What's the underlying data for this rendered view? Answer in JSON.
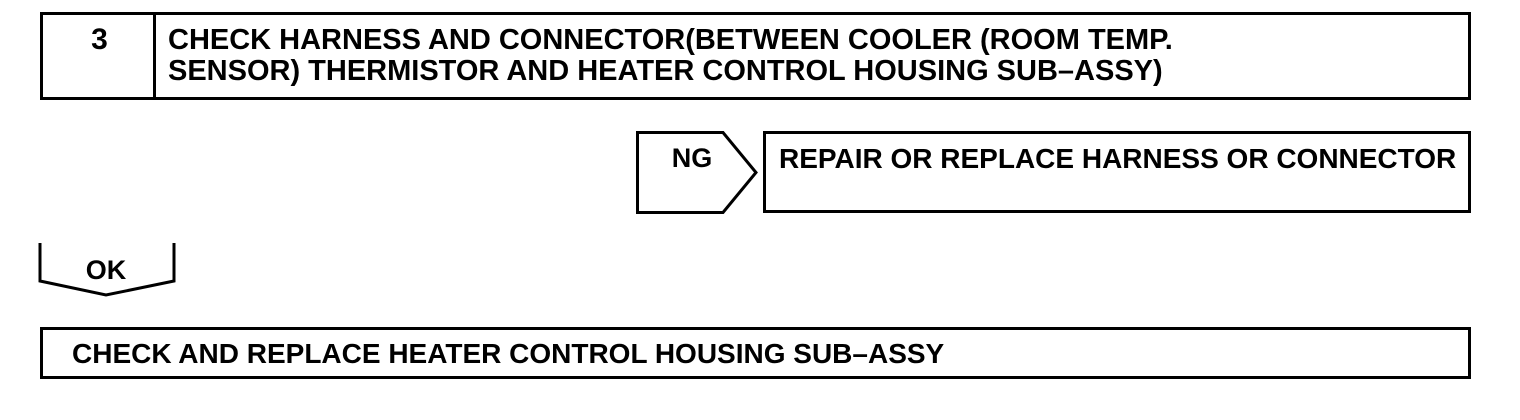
{
  "step": {
    "number": "3",
    "title": "CHECK HARNESS AND CONNECTOR(BETWEEN COOLER (ROOM TEMP.\nSENSOR) THERMISTOR AND HEATER CONTROL HOUSING SUB–ASSY)"
  },
  "ng_branch": {
    "label": "NG",
    "result": "REPAIR OR REPLACE HARNESS OR CONNECTOR"
  },
  "ok_branch": {
    "label": "OK"
  },
  "final_action": {
    "text": "CHECK AND REPLACE HEATER CONTROL HOUSING SUB–ASSY"
  }
}
